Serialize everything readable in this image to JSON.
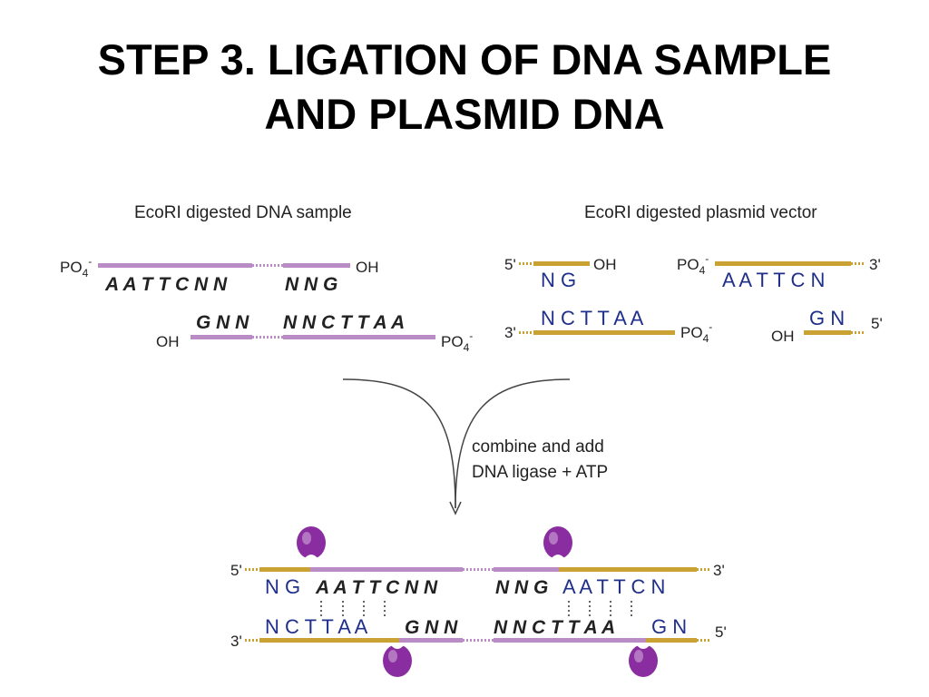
{
  "title": {
    "line1": "STEP 3. LIGATION OF DNA SAMPLE",
    "line2": "AND PLASMID DNA"
  },
  "colors": {
    "sample_strand": "#b98cc5",
    "plasmid_strand": "#c9a233",
    "ligase": "#8a2da0",
    "plasmid_text": "#1f2f8a",
    "sample_text": "#222222"
  },
  "icons": {
    "ligase": "ligase-enzyme-blob",
    "arrow": "curved-arrow"
  },
  "sample": {
    "heading": "EcoRI digested DNA sample",
    "top_left_end": "PO",
    "top_right_end": "OH",
    "top_left_seq": "A A T T C N N",
    "top_right_seq": "N N G",
    "bottom_left_seq": "G N N",
    "bottom_right_seq": "N N C T T A A",
    "bottom_left_end": "OH",
    "bottom_right_end": "PO"
  },
  "phosphate": {
    "sub": "4",
    "sup": "-"
  },
  "plasmid": {
    "heading": "EcoRI digested plasmid vector",
    "left_top_5": "5'",
    "left_top_oh": "OH",
    "left_top_seq": "N G",
    "left_bottom_3": "3'",
    "left_bottom_seq": "N C T T A A",
    "left_bottom_po": "PO",
    "right_top_po": "PO",
    "right_top_3": "3'",
    "right_top_seq": "A A T T C N",
    "right_bottom_oh": "OH",
    "right_bottom_seq": "G N",
    "right_bottom_5": "5'"
  },
  "step_label": {
    "line1": "combine and add",
    "line2": "DNA ligase + ATP"
  },
  "product": {
    "top_5": "5'",
    "top_3": "3'",
    "bottom_3": "3'",
    "bottom_5": "5'",
    "top_plasmid_left": "N G",
    "top_sample_left": "A A T T C N N",
    "top_sample_right": "N N G",
    "top_plasmid_right": "A A T T C N",
    "bottom_plasmid_left": "N C T T A A",
    "bottom_sample_left": "G N N",
    "bottom_sample_right": "N N C T T A A",
    "bottom_plasmid_right": "G N"
  }
}
